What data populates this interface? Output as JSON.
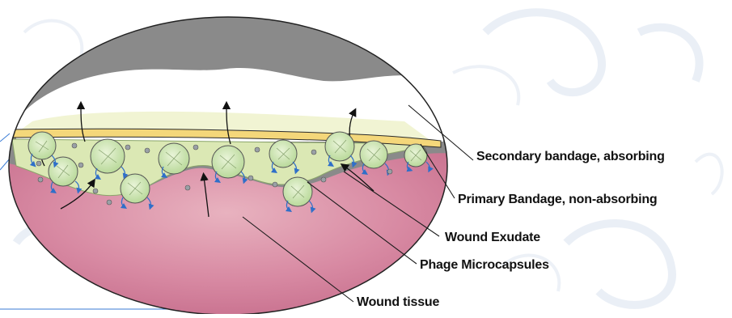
{
  "diagram": {
    "labels": {
      "secondary_bandage": "Secondary bandage, absorbing",
      "primary_bandage": "Primary Bandage, non-absorbing",
      "wound_exudate": "Wound Exudate",
      "phage_microcapsules": "Phage Microcapsules",
      "wound_tissue": "Wound tissue"
    },
    "colors": {
      "bandage_shell": "#8a8a8a",
      "absorbing_layer": "#ffffff",
      "primary_bandage": "#f4d77a",
      "exudate": "#dbe8b4",
      "tissue_top": "#e3a8b5",
      "tissue_bottom": "#c86f8d",
      "capsule": "#cfe6b0",
      "phage_arrows": "#2f6fc9"
    }
  }
}
